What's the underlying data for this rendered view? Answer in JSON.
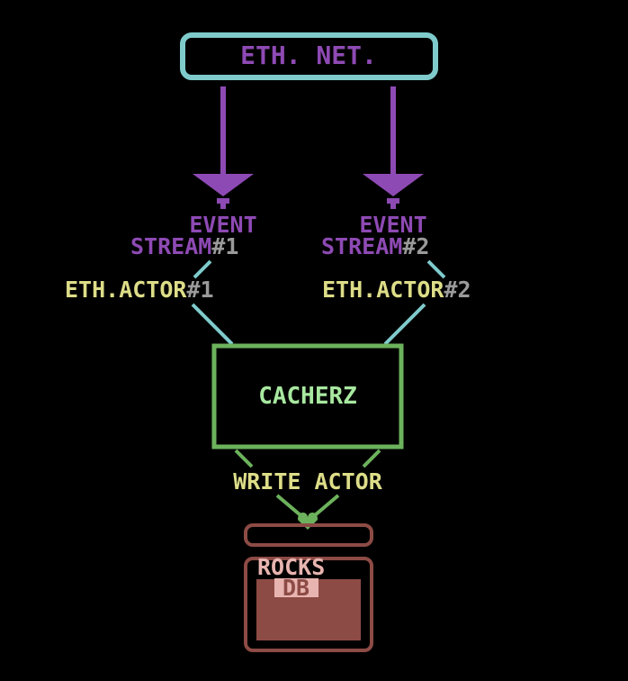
{
  "nodes": {
    "eth_net": "ETH. NET.",
    "stream1_a": "EVENT",
    "stream1_b": "STREAM",
    "stream1_n": "#1",
    "stream2_a": "EVENT",
    "stream2_b": "STREAM",
    "stream2_n": "#2",
    "actor1": "ETH.ACTOR",
    "actor1_n": "#1",
    "actor2": "ETH.ACTOR",
    "actor2_n": "#2",
    "cacherz": "CACHERZ",
    "write_actor": "WRITE ACTOR",
    "rocks": "ROCKS",
    "db": "DB"
  },
  "colors": {
    "background": "#000000",
    "cyan": "#7fcbcc",
    "purple": "#8e4ab4",
    "yellow": "#dddd88",
    "grey": "#9a9a9a",
    "green": "#6cb25c",
    "green_text": "#a8e8a0",
    "brown": "#8d4b45",
    "pink": "#e8b4b0"
  }
}
